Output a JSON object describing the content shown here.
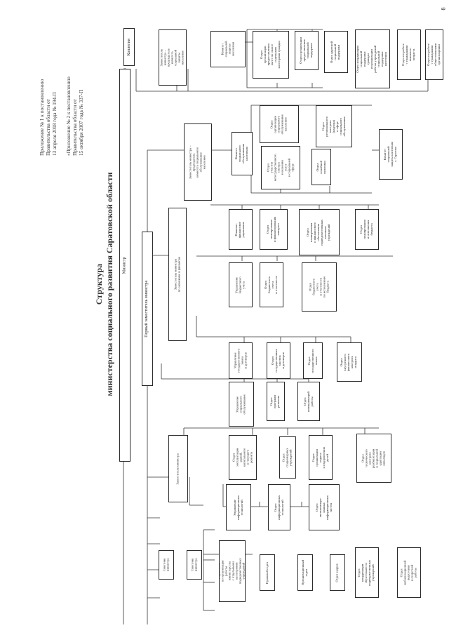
{
  "page_number": "8",
  "header": {
    "appendix_1": [
      "Приложение № 1 к постановлению",
      "Правительства области от",
      "13 апреля 2018 года № 194-П"
    ],
    "appendix_2": [
      "«Приложение № 2 к постановлению",
      "Правительства области от",
      "15 октября 2007 года № 337-П"
    ],
    "title_line1": "Структура",
    "title_line2": "министерства социального развития  Саратовской области"
  },
  "top": {
    "minister": "Министр",
    "collegium": "Коллегия"
  },
  "left_stack": [
    "Советник\nминистра",
    "Советник\nминистра",
    "Управление\nпо организации\nработы\nминистерства\nс отдельными\nкатегориями\nподведомственных\nучреждений",
    "Правовой отдел",
    "Организационный\nотдел",
    "Отдел кадров",
    "Отдел\nкоординации\ndeyатeльности\nподведомственных\nучреждений",
    "Отдел\nмобилизационной\nподготовки\nи секретной\nработы"
  ],
  "first_deputy": "Первый заместитель министра",
  "deputy_1": {
    "title": "Заместитель министра",
    "col_a": [
      "Управление\nинформационных\nтехнологий",
      "Отдел\nинформационных\nтехнологий",
      "Отдел\nавтоматизиро-\nванных\nинформационных\nсистем"
    ],
    "col_b": [
      "Отдел\nэксплуатации\nзданий,\nкапитального\nи текущего\nремонта",
      "Отдел\nстационарных\nучреждений",
      "Отдел\nорганизации\nотдыха\nи оздоровления\nдетей",
      "Отдел\nтехнического\nконтроля\nреабилитации\nи социальной\nадаптации\nинвалидов"
    ]
  },
  "first_deputy_units": [
    "Управление\nсоциального\nобслуживания",
    "Отдел\nпрограмм\nразвития",
    "Отдел\nкоммуникаций\nработы"
  ],
  "deputy_econ": {
    "title": "Заместитель министра\nпо экономике и финансам",
    "col_c": [
      "Управление\nгосударственного\nзаказа\nи договоров",
      "Отдел\nгосударственных\nзакупок\nи договоров",
      "Отдел\nгосударственного\nзаказа",
      "Отдел\nвнутреннего\nфинансового\nконтроля\nи аудита"
    ],
    "col_d": [
      "Управление\nбюджетного\nучета",
      "Отдел\nбюджетного\nучета\nи отчетности",
      "Отдел\nбюджетного\nучета\nи отчетности\nпо исполнению\nбюджета"
    ],
    "col_e": [
      "Планово-\nфинансовое\nуправление",
      "Отдел\nпланирования\nи финансирования\nаппарата",
      "Отдел\nпланирования\nи финансового\nобеспечения\nподведомственных\nказенных\nучреждений",
      "Отдел\nпланирования\nи исполнения\nбюджета"
    ]
  },
  "deputy_chair": {
    "title": "Заместитель министра –\nпредседатель\nкомитета социального\nобслуживания\nнаселения",
    "committee": "Комитет\nсоциального\nобслуживания\nнаселения",
    "col_f": [
      "Отдел\nучастия\nнегосударственного\nсектора\nв оказании\nуслуг\nв социальной\nсфере",
      "Отдел\nсемейной\nполитики"
    ],
    "col_g": [
      "Отдел\nорганизации\nсоциального\nобслуживания\nнаселения",
      "Отдел\nрегионального\nконтроля\n(надзора)\nв сфере\nсоциального\nобслуживания"
    ],
    "committee_city": "Комитет\nсоциальной\nзащиты населения\nг. Саратова"
  },
  "deputy_chair_2": {
    "title": "Заместитель\nминистра –\nпредседатель\nкомитета\nсоциальной\nзащиты\nнаселения",
    "committee": "Комитет\nсоциальной\nзащиты\nнаселения",
    "col_h": [
      "Отдел\nорганизации\nпредоставления\nльгот по оплате\nотдельным\nкатегориям граждан",
      "Отдел организации\nпредоставления\nсоциальной\nподдержки",
      "Отдел адресной\nсоциальной\nподдержки"
    ],
    "col_i": [
      "Отдел координации\nсоциальной\nподдержки\nграждан\nи организации\nработы учреждений\nсоциальной\nподдержки\nнаселения",
      "Отдел по работе\nс гражданами\nпожилого\nвозраста",
      "Отдел по работе\nс гражданами\nобщественными\nорганизациями"
    ]
  }
}
